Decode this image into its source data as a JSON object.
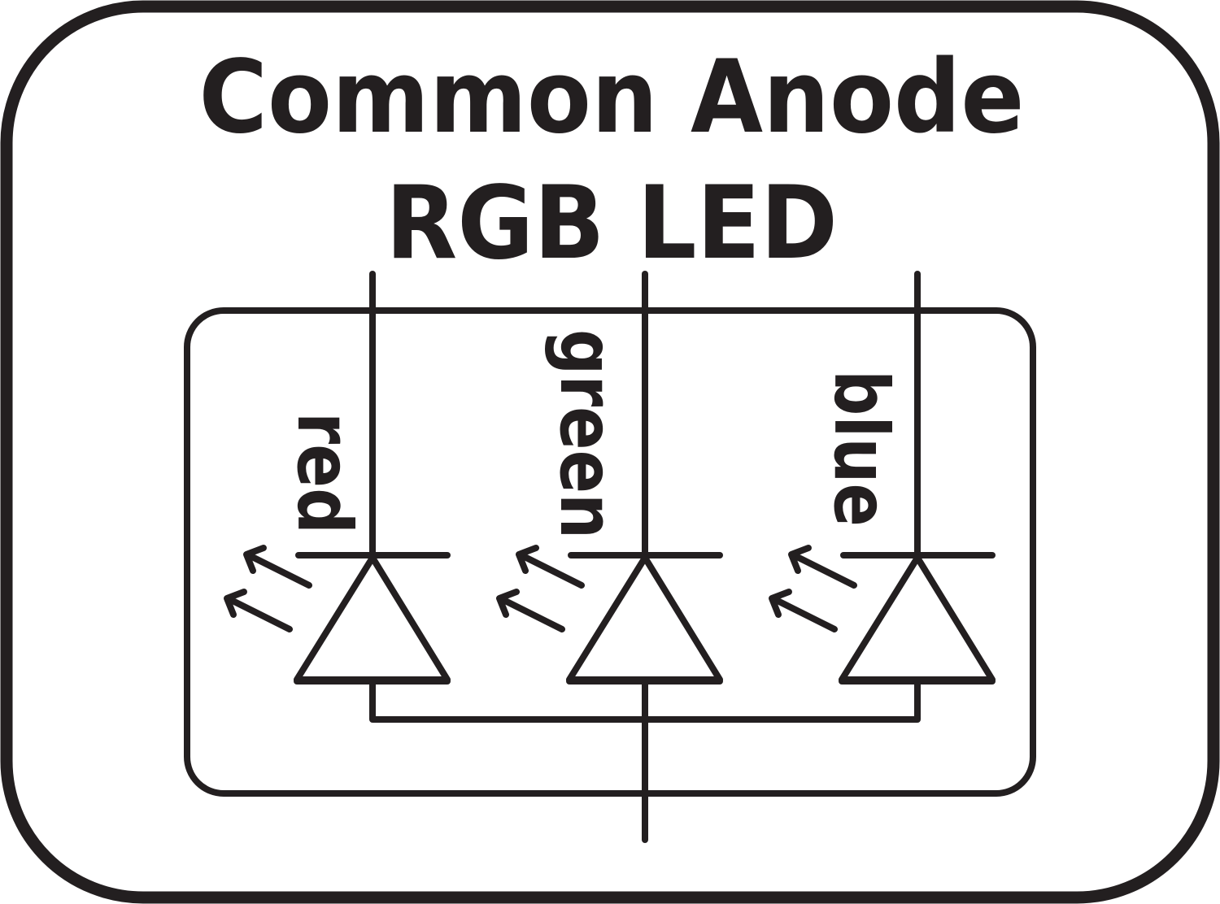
{
  "title": {
    "line1": "Common Anode",
    "line2": "RGB LED"
  },
  "colors": {
    "stroke": "#231f20",
    "background": "#ffffff"
  },
  "diagram": {
    "type": "common-anode-rgb-led-schematic",
    "leds": [
      {
        "label": "red",
        "symbol": "led-diode",
        "light_arrows": 2
      },
      {
        "label": "green",
        "symbol": "led-diode",
        "light_arrows": 2
      },
      {
        "label": "blue",
        "symbol": "led-diode",
        "light_arrows": 2
      }
    ],
    "common_pin": "common-anode"
  }
}
